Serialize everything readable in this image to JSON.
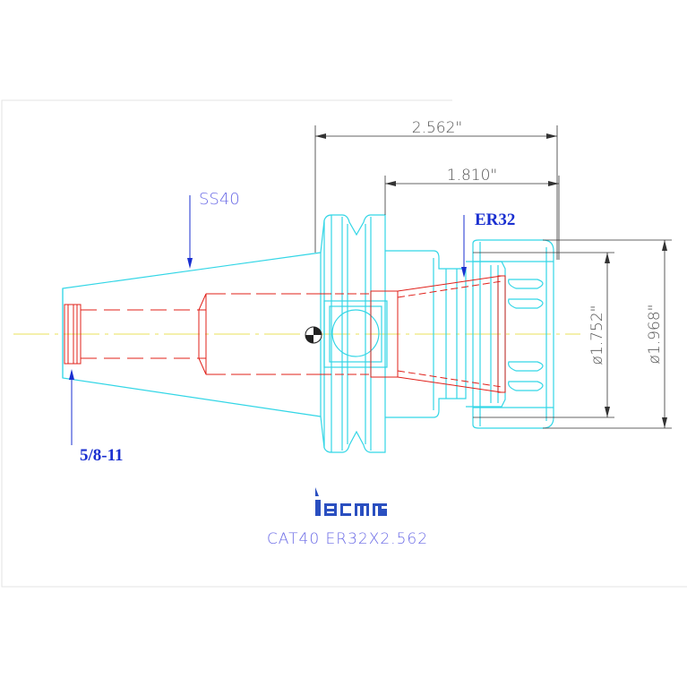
{
  "dimensions": {
    "overall_length": "2.562\"",
    "collet_length": "1.810\"",
    "diameter_inner": "ø1.752\"",
    "diameter_outer": "ø1.968\""
  },
  "callouts": {
    "taper": "SS40",
    "collet": "ER32",
    "thread": "5/8-11"
  },
  "logo": {
    "brand": "iscar"
  },
  "part_number": "CAT40 ER32X2.562",
  "colors": {
    "background": "#ffffff",
    "frame": "#e0e0e0",
    "body_outline": "#33d6e6",
    "hidden_lines": "#e0201a",
    "dimension": "#333333",
    "centerline": "#e8e05a",
    "callout_blue": "#1a2fd0",
    "label_blue": "#6a6ae6",
    "logo_blue": "#2a4fc0"
  }
}
